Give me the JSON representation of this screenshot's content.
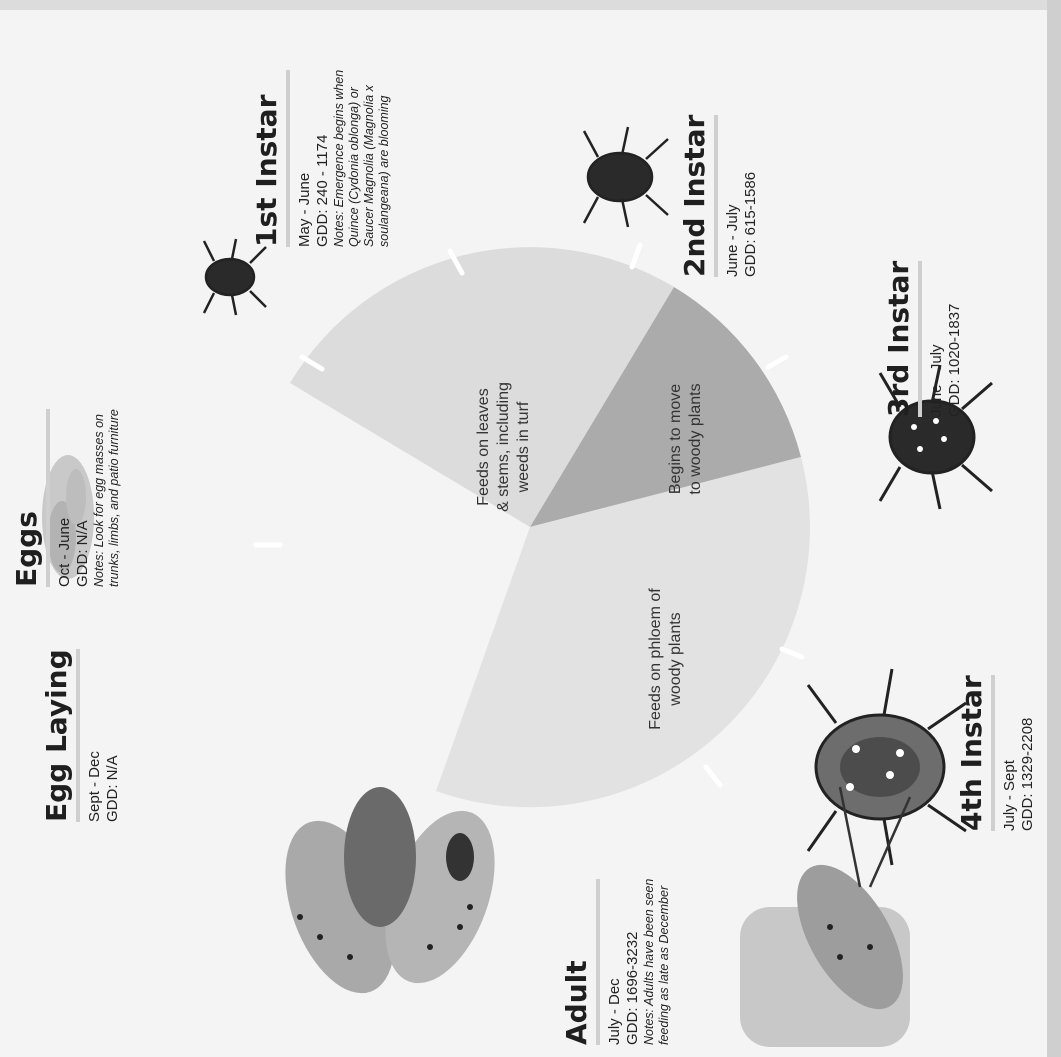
{
  "pie": {
    "labels": {
      "leaves": [
        "Feeds on leaves",
        "& stems, including",
        "weeds in turf"
      ],
      "woody_move": [
        "Begins to move",
        "to woody plants"
      ],
      "phloem": [
        "Feeds on phloem of",
        "woody plants"
      ]
    },
    "colors": {
      "light": "#dcdcdc",
      "dark": "#a9a9a9",
      "blank": "#f4f4f4"
    }
  },
  "stages": {
    "eggs": {
      "title": "Eggs",
      "months": "Oct - June",
      "gdd": "GDD: N/A",
      "notes": [
        "Notes: Look for egg masses on",
        "trunks, limbs, and patio furniture"
      ]
    },
    "first_instar": {
      "title": "1st Instar",
      "months": "May - June",
      "gdd": "GDD: 240 - 1174",
      "notes": [
        "Notes: Emergence begins when",
        "Quince (Cydonia oblonga) or",
        "Saucer Magnolia (Magnolia x",
        "soulangeana) are blooming"
      ]
    },
    "second_instar": {
      "title": "2nd Instar",
      "months": "June - July",
      "gdd": "GDD: 615-1586"
    },
    "third_instar": {
      "title": "3rd Instar",
      "months": "June - July",
      "gdd": "GDD: 1020-1837"
    },
    "fourth_instar": {
      "title": "4th Instar",
      "months": "July - Sept",
      "gdd": "GDD: 1329-2208"
    },
    "adult": {
      "title": "Adult",
      "months": "July - Dec",
      "gdd": "GDD: 1696-3232",
      "notes": [
        "Notes: Adults have been seen",
        "feeding as late as December"
      ]
    },
    "egg_laying": {
      "title": "Egg Laying",
      "months": "Sept - Dec",
      "gdd": "GDD: N/A"
    }
  }
}
